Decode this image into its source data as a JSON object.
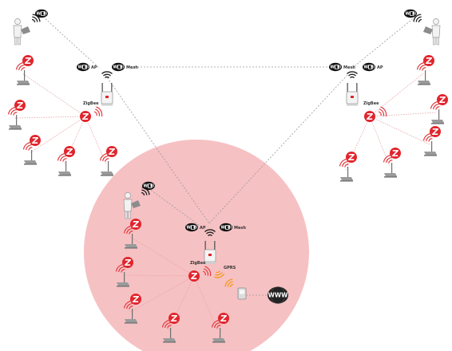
{
  "colors": {
    "zone_fill": "#f6c1c3",
    "zigbee_red": "#e1252d",
    "signal_red": "#e23a3f",
    "gprs_orange": "#f29a1f",
    "link_gray": "#9a9a9a",
    "link_red": "#e7a3a3",
    "device_gray": "#8c8c8c",
    "black": "#111111"
  },
  "labels": {
    "ap": "AP",
    "mesh": "Mesh",
    "zigbee": "ZigBee",
    "gprs": "GPRS",
    "wifi_logo": "Wi Fi",
    "internet": "WWW"
  },
  "icons": {
    "wifi": "wifi-logo-icon",
    "zigbee": "zigbee-logo-icon",
    "router": "wireless-router-icon",
    "sensor": "sensor-node-icon",
    "user": "laptop-user-icon",
    "phone": "gprs-handset-icon",
    "internet": "www-cloud-icon"
  }
}
